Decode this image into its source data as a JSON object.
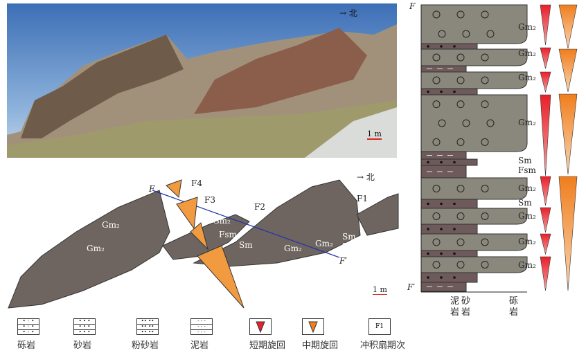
{
  "photo": {
    "north_label": "→ 北",
    "scale_label": "1 m"
  },
  "sketch": {
    "north_label": "→ 北",
    "scale_label": "1 m",
    "section_start": "F",
    "section_end": "F′",
    "faults": [
      "F4",
      "F3",
      "F2",
      "F1"
    ],
    "facies_labels": [
      "Gm₂",
      "Gm₂",
      "Gm₂",
      "Fsm",
      "Sm",
      "Gm₂",
      "Gm₂",
      "Sm",
      "Fsm"
    ]
  },
  "column": {
    "top_label": "F",
    "bottom_label": "F′",
    "lithology_sequence": [
      "gravel",
      "sand",
      "gravel",
      "mud",
      "gravel",
      "sand",
      "gravel",
      "mud",
      "sand",
      "mud",
      "gravel",
      "sand",
      "gravel",
      "sand",
      "gravel",
      "sand",
      "gravel",
      "sand",
      "mud"
    ],
    "facies": [
      "Gm₂",
      "Gm₂",
      "Gm₂",
      "Gm₂",
      "Sm",
      "Fsm",
      "Gm₂",
      "Sm",
      "Gm₂",
      "Gm₂",
      "Gm₂"
    ],
    "axis_labels": [
      {
        "a": "泥",
        "b": "岩"
      },
      {
        "a": "砂",
        "b": "岩"
      },
      {
        "a": "砾",
        "b": "岩"
      }
    ]
  },
  "legend": {
    "items": [
      "砾岩",
      "砂岩",
      "粉砂岩",
      "泥岩",
      "短期旋回",
      "中期旋回",
      "冲积扇期次"
    ],
    "f1_box": "F1"
  },
  "colors": {
    "gravel": "#8a887c",
    "fine": "#6e5a5a",
    "red": "#e8202a",
    "orange": "#f07e1e"
  }
}
